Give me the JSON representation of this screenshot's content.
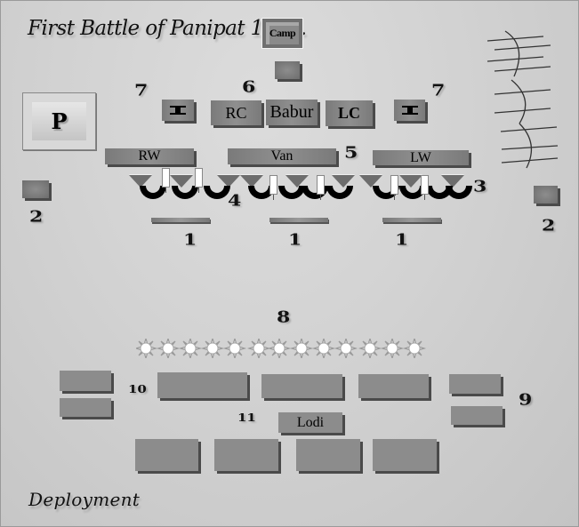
{
  "title": "First Battle of Panipat 1526.",
  "footer": "Deployment",
  "buttons": {
    "camp": "Camp",
    "p": "P"
  },
  "babur_army": {
    "center_units": [
      {
        "label": "RC",
        "role": "right-centre"
      },
      {
        "label": "Babur",
        "role": "commander"
      },
      {
        "label": "LC",
        "role": "left-centre"
      }
    ],
    "flank_units": [
      {
        "label": "I",
        "side": "left"
      },
      {
        "label": "I",
        "side": "right"
      }
    ],
    "wings": [
      {
        "label": "RW"
      },
      {
        "label": "Van"
      },
      {
        "label": "LW"
      }
    ],
    "markers": {
      "reserve_6": "6",
      "flank_7_left": "7",
      "flank_7_right": "7",
      "van_5": "5",
      "guns_4": "4",
      "cavalry_3": "3",
      "skirmish_2_left": "2",
      "skirmish_2_right": "2",
      "front_1_a": "1",
      "front_1_b": "1",
      "front_1_c": "1"
    }
  },
  "lodi_army": {
    "elephants_count": 13,
    "markers": {
      "elephants_8": "8",
      "wing_9": "9",
      "vanguard_10": "10",
      "centre_11": "11"
    },
    "commander_label": "Lodi"
  },
  "legend_icons": {
    "wedge": "triangle-wedge-icon",
    "cart": "cart-icon",
    "crescent": "crescent-cavalry-icon",
    "elephant": "sun-elephant-icon",
    "trench": "trench-barrier-icon"
  },
  "colors": {
    "background": "#d2d2d2",
    "unit_fill": "#8a8a8a",
    "unit_shadow": "#4a4a4a",
    "text": "#111111"
  }
}
